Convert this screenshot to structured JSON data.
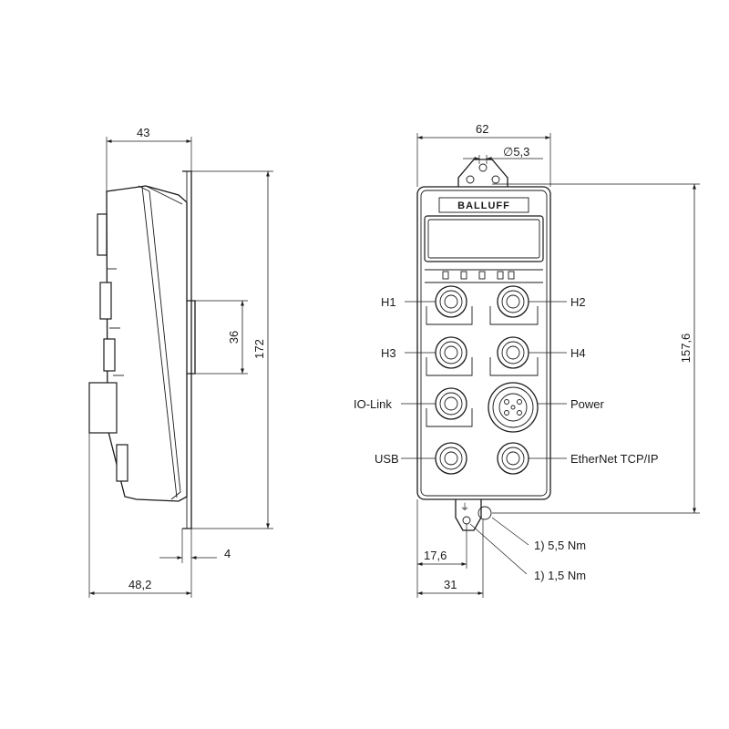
{
  "side_view": {
    "dim_top": "43",
    "dim_bottom": "48,2",
    "dim_flange": "4",
    "dim_rail": "36",
    "dim_height": "172"
  },
  "front_view": {
    "brand": "BALLUFF",
    "dim_width": "62",
    "dim_hole": "∅5,3",
    "dim_height": "157,6",
    "dim_offset": "17,6",
    "dim_base": "31",
    "torque_1": "1) 5,5 Nm",
    "torque_2": "1) 1,5 Nm",
    "ports": {
      "h1": "H1",
      "h2": "H2",
      "h3": "H3",
      "h4": "H4",
      "iolink": "IO-Link",
      "power": "Power",
      "usb": "USB",
      "ethernet": "EtherNet TCP/IP"
    }
  }
}
